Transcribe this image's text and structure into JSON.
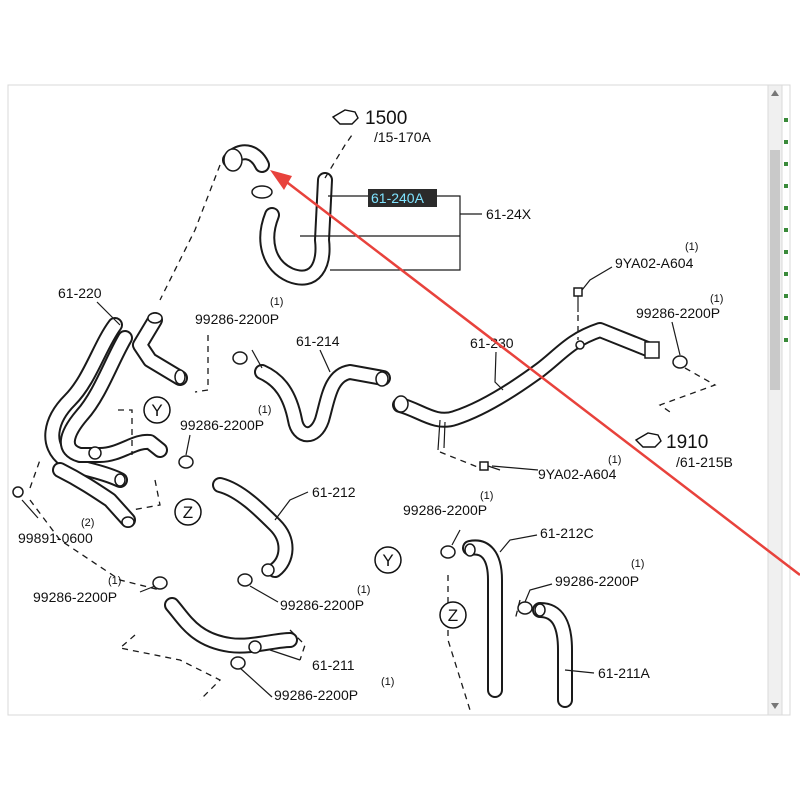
{
  "labels": {
    "ref_1500": "1500",
    "ref_1500_sub": "/15-170A",
    "part_61_240A": "61-240A",
    "part_61_24X": "61-24X",
    "part_61_220": "61-220",
    "clamp_a_qty": "(1)",
    "clamp_a": "99286-2200P",
    "part_61_214": "61-214",
    "part_61_230": "61-230",
    "bolt_top_qty": "(1)",
    "bolt_top": "9YA02-A604",
    "clamp_b_qty": "(1)",
    "clamp_b": "99286-2200P",
    "ref_1910": "1910",
    "ref_1910_sub": "/61-215B",
    "bolt_mid_qty": "(1)",
    "bolt_mid": "9YA02-A604",
    "clamp_c_qty": "(1)",
    "clamp_c": "99286-2200P",
    "plug_qty": "(2)",
    "plug": "99891-0600",
    "part_61_212": "61-212",
    "clamp_d_qty": "(1)",
    "clamp_d": "99286-2200P",
    "part_61_212C": "61-212C",
    "clamp_e_qty": "(1)",
    "clamp_e": "99286-2200P",
    "clamp_f_qty": "(1)",
    "clamp_f": "99286-2200P",
    "clamp_g_qty": "(1)",
    "clamp_g": "99286-2200P",
    "part_61_211": "61-211",
    "part_61_211A": "61-211A",
    "clamp_h_qty": "(1)",
    "clamp_h": "99286-2200P",
    "marker_y1": "Y",
    "marker_z1": "Z",
    "marker_y2": "Y",
    "marker_z2": "Z"
  },
  "colors": {
    "highlight_bg": "#2b2b2b",
    "highlight_text": "#7fe3ff",
    "arrow": "#e8423c",
    "scrollbar_track": "#f0f0f0",
    "scrollbar_thumb": "#c9c9c9",
    "scrollbar_icon": "#3a8a3a"
  },
  "icons": {
    "reference_pointer": "pointing-hand-icon",
    "scrollbar_markers": "green-plus-icon"
  }
}
